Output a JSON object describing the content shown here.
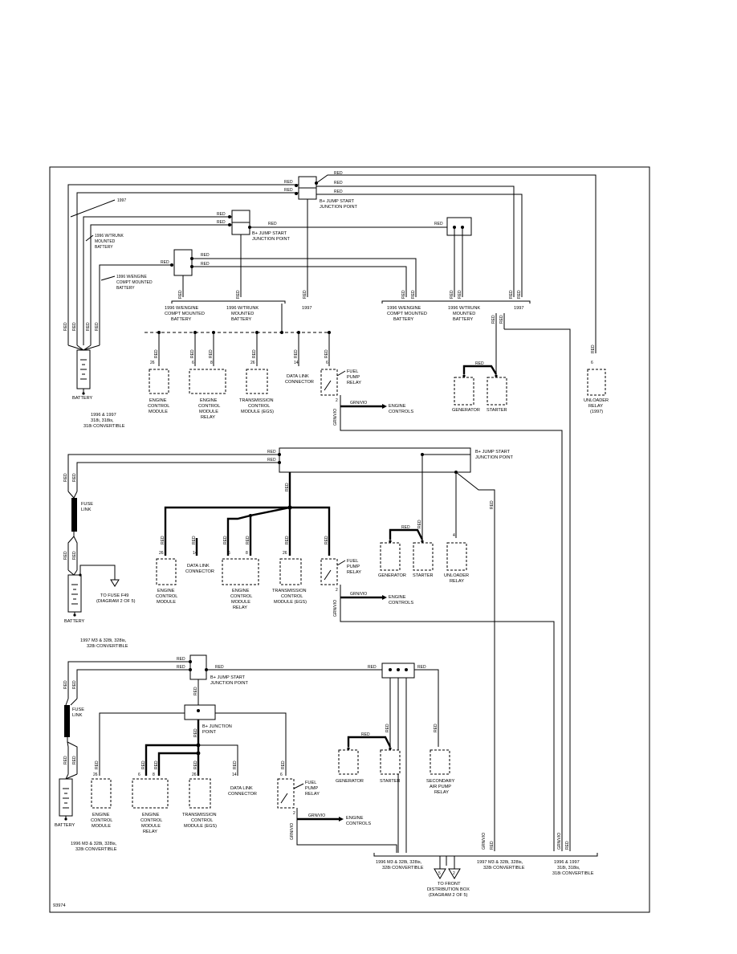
{
  "labels": {
    "red": "RED",
    "grn_vio": "GRN/VIO",
    "y1997": "1997",
    "y1996_trunk": "1996 W/TRUNK",
    "mounted": "MOUNTED",
    "battery_word": "BATTERY",
    "y1996_engine": "1996 W/ENGINE",
    "compt_mounted": "COMPT MOUNTED",
    "y1996_engine_cap": "1996 W/ENGINE",
    "y1996_trunk_cap": "1996 W/TRUNK",
    "y1996_1997": "1996 & 1997",
    "bjump_1": "B+ JUMP START",
    "bjump_2": "JUNCTION POINT",
    "bjunction_1": "B+ JUNCTION",
    "bjunction_2": "POINT",
    "battery": "BATTERY",
    "fuse": "FUSE",
    "link": "LINK",
    "engine": "ENGINE",
    "control": "CONTROL",
    "module": "MODULE",
    "relay": "RELAY",
    "transmission": "TRANSMISSION",
    "module_egs": "MODULE (EGS)",
    "data_link": "DATA LINK",
    "connector": "CONNECTOR",
    "fuel": "FUEL",
    "pump": "PUMP",
    "engine_controls_1": "ENGINE",
    "engine_controls_2": "CONTROLS",
    "generator": "GENERATOR",
    "starter": "STARTER",
    "unloader": "UNLOADER",
    "unloader_1997": "(1997)",
    "secondary": "SECONDARY",
    "air_pump": "AIR PUMP",
    "to_fuse_1": "TO FUSE F49",
    "to_fuse_2": "(DIAGRAM 2 OF 5)",
    "to_front_1": "TO FRONT",
    "to_front_2": "DISTRIBUTION BOX",
    "to_front_3": "(DIAGRAM 2 OF 5)",
    "sec1_models_1": "1996 & 1997",
    "sec1_models_2": "318i, 318is,",
    "sec1_models_3": "318i CONVERTIBLE",
    "sec2_models_1": "1997 M3 & 328i, 328is,",
    "sec2_models_2": "328i CONVERTIBLE",
    "sec3_models_1": "1996 M3 & 328i, 328is,",
    "sec3_models_2": "328i CONVERTIBLE",
    "bottom_left_1": "1996 M3 & 328i, 328is,",
    "bottom_left_2": "328i CONVERTIBLE",
    "bottom_mid_1": "1997 M3 & 328i, 328is,",
    "bottom_mid_2": "328i CONVERTIBLE",
    "bottom_right_1": "1996 & 1997",
    "bottom_right_2": "318i, 318is,",
    "bottom_right_3": "318i CONVERTIBLE",
    "figure_id": "93974"
  },
  "pins": {
    "p26": "26",
    "p6": "6",
    "p8": "8",
    "p14": "14",
    "p4": "4",
    "p2": "2",
    "p5": "5"
  }
}
